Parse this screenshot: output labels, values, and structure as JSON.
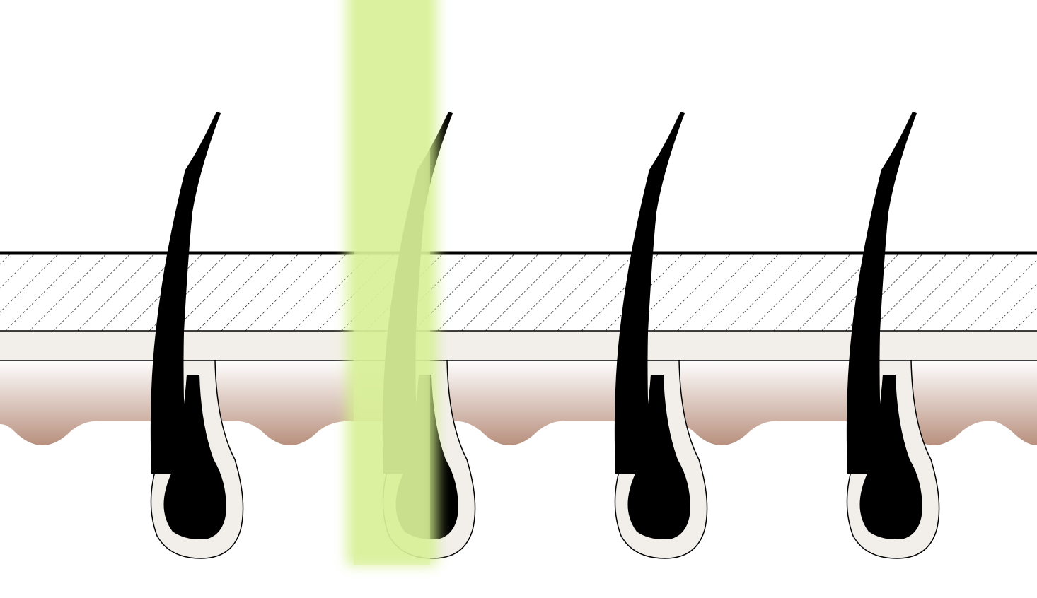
{
  "diagram": {
    "subject": "laser-hair-removal-cross-section",
    "hairs": [
      {
        "id": "hair-1",
        "state": "untreated"
      },
      {
        "id": "hair-2",
        "state": "laser-treated"
      },
      {
        "id": "hair-3",
        "state": "untreated"
      },
      {
        "id": "hair-4",
        "state": "untreated"
      }
    ],
    "layers": [
      "gel-coating-layer",
      "epidermis",
      "dermis"
    ],
    "laser_beam_target": "hair-2"
  },
  "colors": {
    "background": "#ffffff",
    "outline": "#000000",
    "hair": "#000000",
    "epidermis": "#f2efea",
    "dermis_top": "#ffffff",
    "dermis_bottom": "#b8907e",
    "follicle_sheath": "#f2efea",
    "laser_beam": "#d4ef8c",
    "treated_hair": "#a8c86a"
  }
}
